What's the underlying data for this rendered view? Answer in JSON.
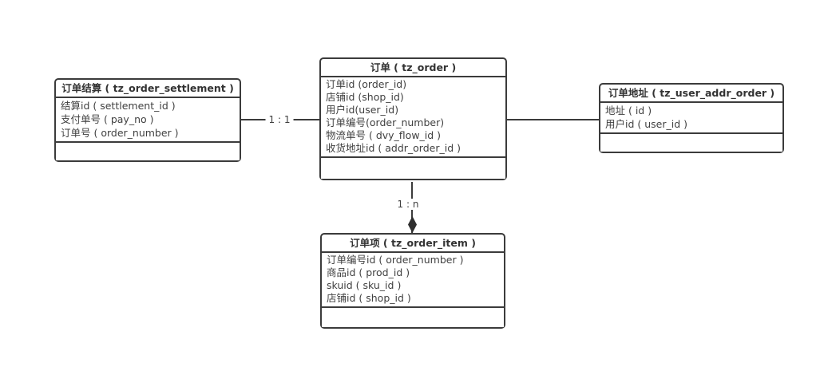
{
  "diagram": {
    "title": "order-tables-er-diagram",
    "entities": [
      {
        "id": "order_settlement",
        "title": "订单结算 ( tz_order_settlement )",
        "fields": [
          "结算id ( settlement_id )",
          "支付单号 ( pay_no )",
          "订单号 ( order_number )"
        ]
      },
      {
        "id": "order",
        "title": "订单 ( tz_order )",
        "fields": [
          "订单id (order_id)",
          "店铺id (shop_id)",
          "用户id(user_id)",
          "订单编号(order_number)",
          "物流单号 ( dvy_flow_id )",
          "收货地址id ( addr_order_id )"
        ]
      },
      {
        "id": "user_addr_order",
        "title": "订单地址 ( tz_user_addr_order )",
        "fields": [
          "地址 ( id )",
          "用户id ( user_id )"
        ]
      },
      {
        "id": "order_item",
        "title": "订单项 ( tz_order_item )",
        "fields": [
          "订单编号id ( order_number )",
          "商品id ( prod_id )",
          "skuid ( sku_id )",
          "店铺id ( shop_id )"
        ]
      }
    ],
    "connectors": [
      {
        "from": "订单结算",
        "to": "订单",
        "label": "1 : 1",
        "arrow": "none"
      },
      {
        "from": "订单",
        "to": "订单地址",
        "label": "",
        "arrow": "none"
      },
      {
        "from": "订单",
        "to": "订单项",
        "label": "1 : n",
        "arrow": "filled-diamond"
      }
    ],
    "colors": {
      "border": "#3b3b3b",
      "title_text": "#333333",
      "field_text": "#404040",
      "label_text": "#3f3f3f",
      "background": "#ffffff"
    }
  }
}
